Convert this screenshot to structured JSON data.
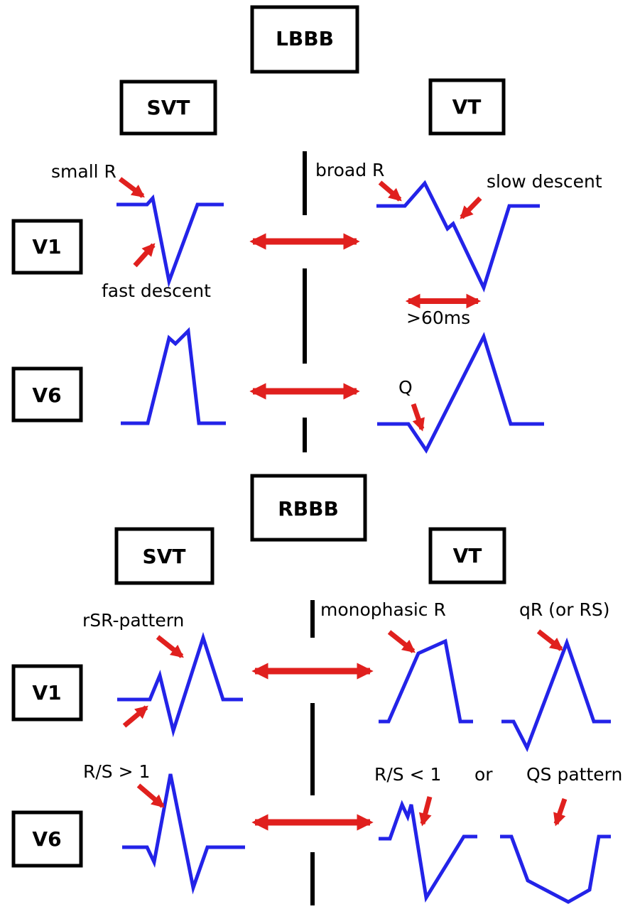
{
  "colors": {
    "trace": "#2323e8",
    "arrow": "#e0201e",
    "ink": "#000000",
    "background": "#ffffff"
  },
  "lbbb": {
    "title": "LBBB",
    "svt_label": "SVT",
    "vt_label": "VT",
    "v1_label": "V1",
    "v6_label": "V6",
    "small_r": "small R",
    "fast_descent": "fast descent",
    "broad_r": "broad R",
    "slow_descent": "slow descent",
    "duration": ">60ms",
    "q": "Q"
  },
  "rbbb": {
    "title": "RBBB",
    "svt_label": "SVT",
    "vt_label": "VT",
    "v1_label": "V1",
    "v6_label": "V6",
    "rsr_pattern": "rSR-pattern",
    "monophasic_r": "monophasic R",
    "qr_or_rs": "qR (or RS)",
    "rs_gt_1": "R/S > 1",
    "rs_lt_1": "R/S < 1",
    "or": "or",
    "qs_pattern": "QS pattern"
  }
}
